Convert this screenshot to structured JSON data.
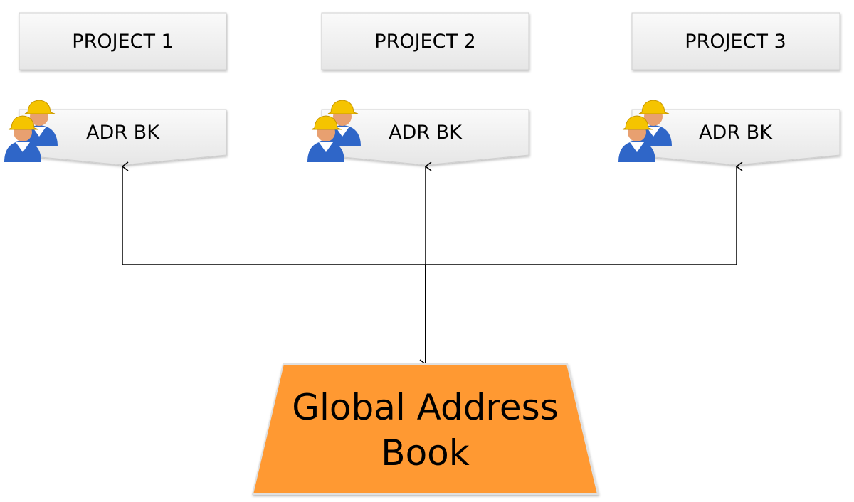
{
  "projects": [
    {
      "title": "PROJECT 1",
      "address_book": "ADR BK"
    },
    {
      "title": "PROJECT 2",
      "address_book": "ADR BK"
    },
    {
      "title": "PROJECT 3",
      "address_book": "ADR BK"
    }
  ],
  "global": {
    "line1": "Global Address",
    "line2": "Book"
  },
  "icons": {
    "workers": "construction-workers-icon"
  },
  "colors": {
    "global_fill": "#FF9933",
    "box_fill": "#EEEEEE"
  }
}
